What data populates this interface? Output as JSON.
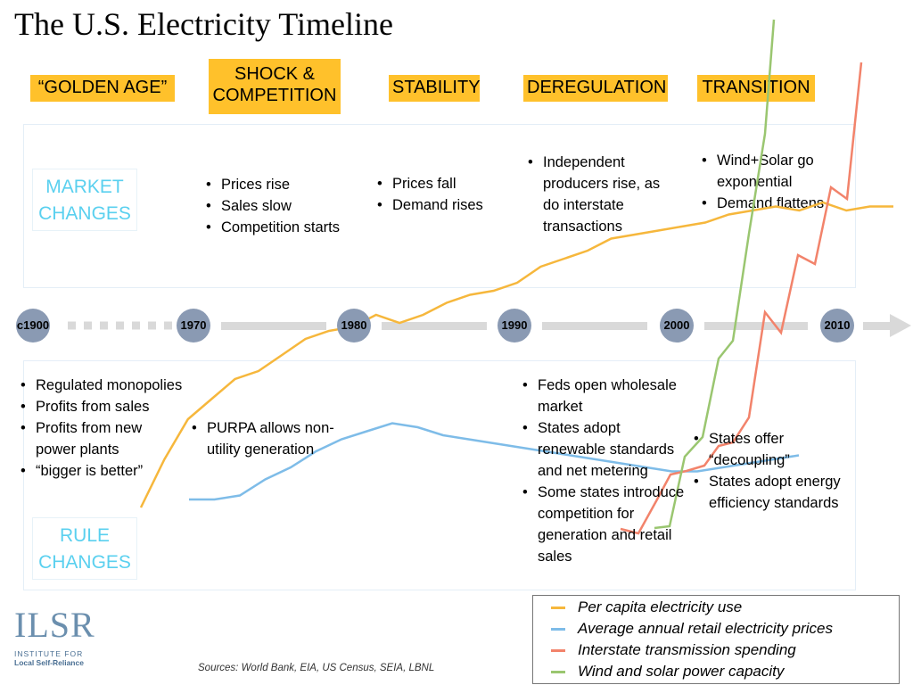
{
  "title": "The U.S. Electricity Timeline",
  "eras": [
    {
      "label": "“GOLDEN AGE”"
    },
    {
      "label": "SHOCK & COMPETITION"
    },
    {
      "label": "STABILITY"
    },
    {
      "label": "DEREGULATION"
    },
    {
      "label": "TRANSITION"
    }
  ],
  "market_label": "MARKET CHANGES",
  "rule_label": "RULE CHANGES",
  "market_changes": {
    "shock": [
      "Prices rise",
      "Sales slow",
      "Competition starts"
    ],
    "stability": [
      "Prices fall",
      "Demand rises"
    ],
    "deregulation": [
      "Independent producers rise, as do interstate transactions"
    ],
    "transition": [
      "Wind+Solar go exponential",
      "Demand flattens"
    ]
  },
  "rule_changes": {
    "golden_age": [
      "Regulated monopolies",
      "Profits from sales",
      "Profits from new power plants",
      "“bigger is better”"
    ],
    "shock": [
      "PURPA allows non-utility generation"
    ],
    "deregulation": [
      "Feds open wholesale market",
      "States adopt renewable standards and net metering",
      "Some states introduce competition for generation and retail sales"
    ],
    "transition": [
      "States offer “decoupling”",
      "States adopt energy efficiency standards"
    ]
  },
  "timeline_markers": [
    "c1900",
    "1970",
    "1980",
    "1990",
    "2000",
    "2010"
  ],
  "legend": [
    {
      "label": "Per capita electricity use",
      "color": "#f6b73c"
    },
    {
      "label": "Average annual retail electricity prices",
      "color": "#7ebce8"
    },
    {
      "label": "Interstate transmission spending",
      "color": "#f2836b"
    },
    {
      "label": "Wind and solar power capacity",
      "color": "#9ac670"
    }
  ],
  "sources": "Sources: World Bank, EIA, US Census, SEIA, LBNL",
  "logo": {
    "mark": "ILSR",
    "line1": "INSTITUTE FOR",
    "line2": "Local Self-Reliance"
  },
  "colors": {
    "era_fill": "#ffc12b",
    "label_cyan": "#5ad0ef",
    "marker": "#8a9ab3",
    "arrow": "#d9d9d9"
  },
  "series": {
    "per_capita_use": [
      0.18,
      0.3,
      0.4,
      0.45,
      0.5,
      0.52,
      0.56,
      0.6,
      0.62,
      0.63,
      0.66,
      0.64,
      0.66,
      0.69,
      0.71,
      0.72,
      0.74,
      0.78,
      0.8,
      0.82,
      0.85,
      0.86,
      0.87,
      0.88,
      0.89,
      0.91,
      0.92,
      0.93,
      0.92,
      0.94,
      0.92,
      0.93,
      0.93
    ],
    "retail_prices": [
      0.2,
      0.2,
      0.21,
      0.25,
      0.28,
      0.32,
      0.35,
      0.37,
      0.39,
      0.38,
      0.36,
      0.35,
      0.34,
      0.33,
      0.32,
      0.31,
      0.3,
      0.29,
      0.28,
      0.27,
      0.27,
      0.28,
      0.29,
      0.3,
      0.31
    ]
  }
}
